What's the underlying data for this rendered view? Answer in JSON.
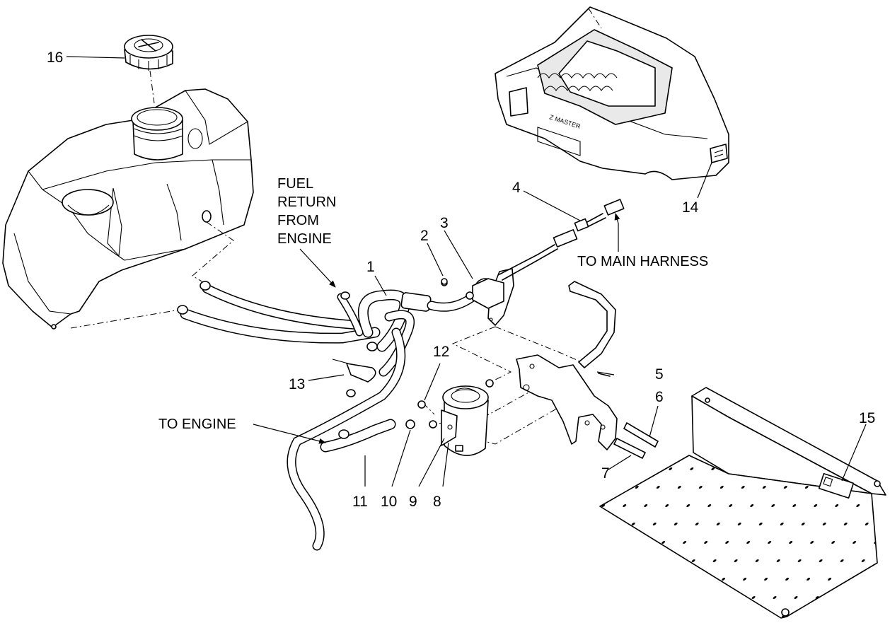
{
  "callouts": {
    "c1": "1",
    "c2": "2",
    "c3": "3",
    "c4": "4",
    "c5": "5",
    "c6": "6",
    "c7": "7",
    "c8": "8",
    "c9": "9",
    "c10": "10",
    "c11": "11",
    "c12": "12",
    "c13": "13",
    "c14": "14",
    "c15": "15",
    "c16": "16"
  },
  "notes": {
    "fuel_return": [
      "FUEL",
      "RETURN",
      "FROM",
      "ENGINE"
    ],
    "to_main_harness": "TO MAIN HARNESS",
    "to_engine": "TO ENGINE"
  },
  "decal": {
    "brand_text": "Z MASTER"
  },
  "icons": [
    "arrowhead-icon"
  ]
}
